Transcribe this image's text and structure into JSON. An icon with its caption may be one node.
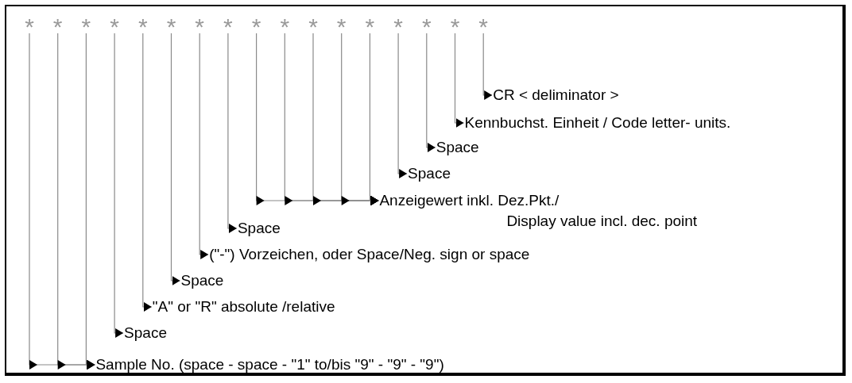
{
  "diagram": {
    "nodes": [
      {
        "text": [
          "*"
        ]
      },
      {
        "text": [
          "*"
        ]
      },
      {
        "text": [
          "*"
        ]
      },
      {
        "text": [
          "*"
        ]
      },
      {
        "text": [
          "*"
        ]
      },
      {
        "text": [
          "*"
        ]
      },
      {
        "text": [
          "*"
        ]
      },
      {
        "text": [
          "*"
        ]
      },
      {
        "text": [
          "*"
        ]
      },
      {
        "text": [
          "*"
        ]
      },
      {
        "text": [
          "*"
        ]
      },
      {
        "text": [
          "*"
        ]
      },
      {
        "text": [
          "*"
        ]
      },
      {
        "text": [
          "*"
        ]
      },
      {
        "text": [
          "*"
        ]
      },
      {
        "text": [
          "*"
        ]
      },
      {
        "text": [
          "*"
        ]
      },
      {
        "text": [
          "CR < deliminator >"
        ]
      },
      {
        "text": [
          "Kennbuchst. Einheit / Code letter- units."
        ]
      },
      {
        "text": [
          "Space"
        ]
      },
      {
        "text": [
          "Space"
        ]
      },
      {
        "text": [
          "Anzeigewert inkl. Dez.Pkt./",
          "Display value incl. dec. point"
        ]
      },
      {
        "text": [
          "Space"
        ]
      },
      {
        "text": [
          "(\"-\") Vorzeichen, oder Space/Neg. sign or space"
        ]
      },
      {
        "text": [
          "Space"
        ]
      },
      {
        "text": [
          "\"A\" or \"R\" absolute /relative"
        ]
      },
      {
        "text": [
          "Space"
        ]
      },
      {
        "text": [
          "Sample No. (space - space - \"1\" to/bis \"9\" - \"9\" - \"9\")"
        ]
      }
    ],
    "edges": [
      {
        "from": 16,
        "to": 17,
        "arrow": "to"
      },
      {
        "from": 15,
        "to": 18,
        "arrow": "to"
      },
      {
        "from": 14,
        "to": 19,
        "arrow": "to"
      },
      {
        "from": 13,
        "to": 20,
        "arrow": "to"
      },
      {
        "from": 8,
        "to": 21,
        "arrow": "to"
      },
      {
        "from": 9,
        "to": 21,
        "arrow": "to"
      },
      {
        "from": 10,
        "to": 21,
        "arrow": "to"
      },
      {
        "from": 11,
        "to": 21,
        "arrow": "to"
      },
      {
        "from": 12,
        "to": 21,
        "arrow": "to"
      },
      {
        "from": 7,
        "to": 22,
        "arrow": "to"
      },
      {
        "from": 6,
        "to": 23,
        "arrow": "to"
      },
      {
        "from": 5,
        "to": 24,
        "arrow": "to"
      },
      {
        "from": 4,
        "to": 25,
        "arrow": "to"
      },
      {
        "from": 3,
        "to": 26,
        "arrow": "to"
      },
      {
        "from": 0,
        "to": 27,
        "arrow": "to"
      },
      {
        "from": 1,
        "to": 27,
        "arrow": "to"
      },
      {
        "from": 2,
        "to": 27,
        "arrow": "to"
      }
    ]
  }
}
